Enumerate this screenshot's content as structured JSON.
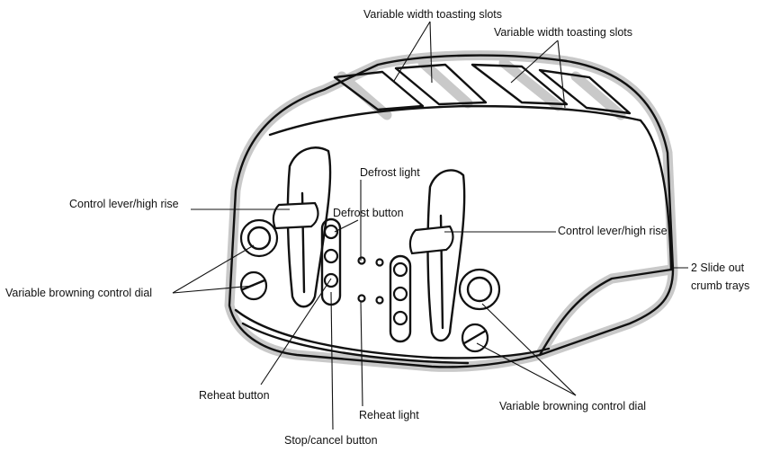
{
  "diagram": {
    "labels": {
      "slots_left": "Variable width toasting slots",
      "slots_right": "Variable width toasting slots",
      "defrost_light": "Defrost light",
      "defrost_button": "Defrost button",
      "lever_left": "Control lever/high rise",
      "lever_right": "Control lever/high rise",
      "dial_left": "Variable browning control dial",
      "dial_right": "Variable browning control dial",
      "crumb_trays_line1": "2 Slide out",
      "crumb_trays_line2": "crumb trays",
      "reheat_button": "Reheat button",
      "reheat_light": "Reheat light",
      "stop_cancel_button": "Stop/cancel button"
    }
  }
}
